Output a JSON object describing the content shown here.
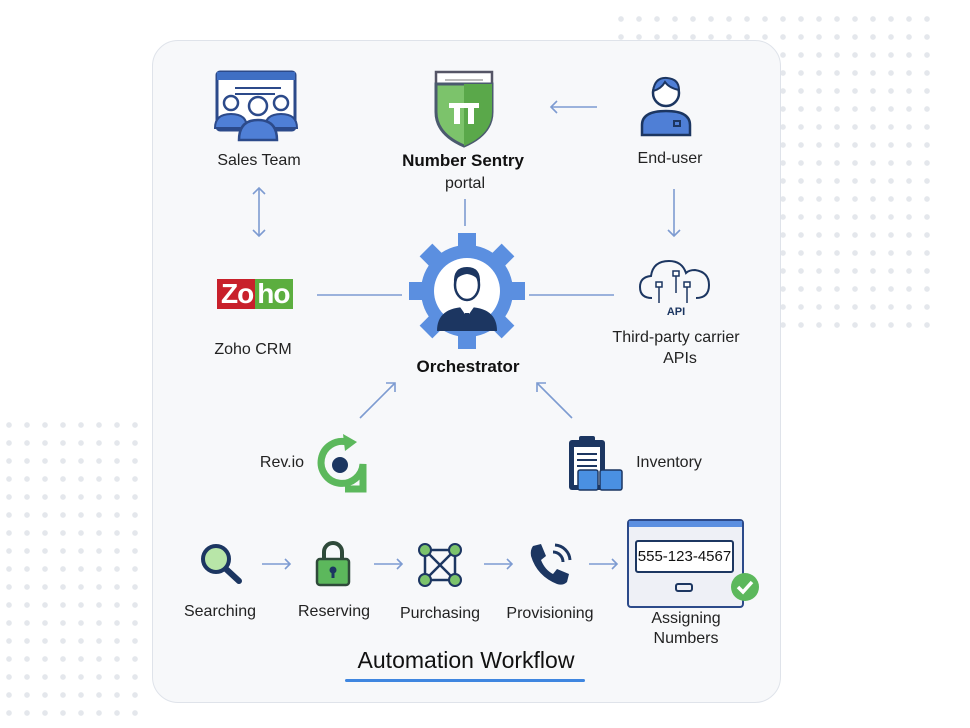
{
  "nodes": {
    "sales_team": "Sales Team",
    "number_sentry_title": "Number Sentry",
    "number_sentry_sub": "portal",
    "end_user": "End-user",
    "zoho_logo": "Zoho",
    "zoho_crm": "Zoho CRM",
    "orchestrator": "Orchestrator",
    "api_badge": "API",
    "carrier_apis_line1": "Third-party carrier",
    "carrier_apis_line2": "APIs",
    "revio": "Rev.io",
    "inventory": "Inventory"
  },
  "workflow": {
    "title": "Automation Workflow",
    "steps": [
      "Searching",
      "Reserving",
      "Purchasing",
      "Provisioning"
    ],
    "final_line1": "Assigning",
    "final_line2": "Numbers",
    "phone_number": "555-123-4567"
  },
  "colors": {
    "accent_blue": "#3f86e0",
    "connector": "#7d9bd1",
    "green": "#5cb85c",
    "navy": "#1c3661"
  }
}
